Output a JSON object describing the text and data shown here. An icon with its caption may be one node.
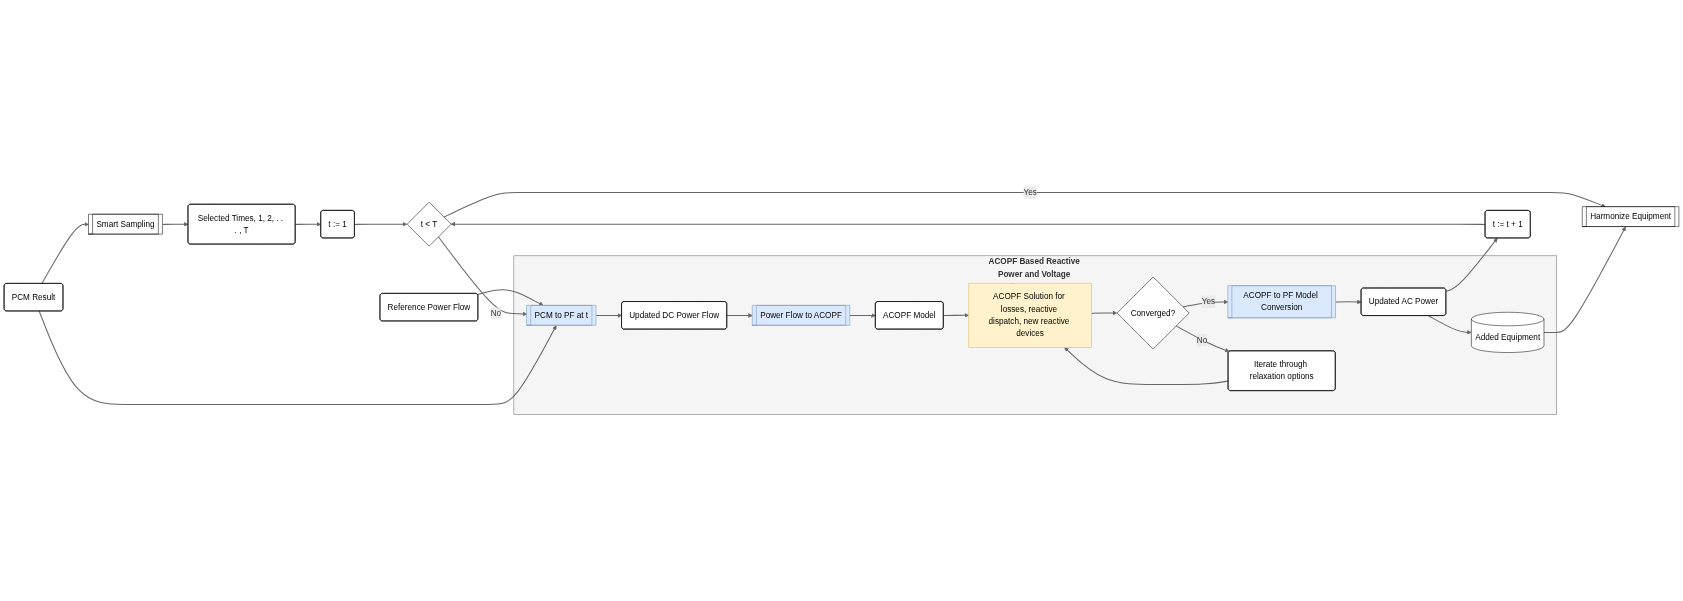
{
  "diagram": {
    "nodes": [
      {
        "text": [
          "Selected Times, 1, 2, . . . , T"
        ]
      },
      {
        "text": [
          "t := 1"
        ]
      },
      {
        "text": [
          "Reference Power Flow"
        ]
      },
      {
        "text": [
          "Smart Sampling"
        ]
      },
      {
        "text": [
          "t < T"
        ]
      },
      {
        "text": [
          "ACOPF Based Reactive Power and Voltage Convergence"
        ]
      },
      {
        "text": [
          "PCM to PF at t"
        ],
        "in": 5
      },
      {
        "text": [
          "Updated DC Power Flow"
        ],
        "in": 5
      },
      {
        "text": [
          "Power Flow to ACOPF"
        ],
        "in": 5
      },
      {
        "text": [
          "ACOPF Model"
        ],
        "in": 5
      },
      {
        "text": [
          "PCM Result"
        ]
      },
      {
        "text": [
          "ACOPF Solution for losses, reactive dispatch, new reactive devices"
        ],
        "in": 5
      },
      {
        "text": [
          "t := t + 1"
        ]
      },
      {
        "text": [
          "Updated AC Power"
        ],
        "in": 5
      },
      {
        "text": [
          "ACOPF to PF Model Conversion"
        ],
        "in": 5
      },
      {
        "text": [
          "Converged?"
        ],
        "in": 5
      },
      {
        "text": [
          "Harmonize Equipment"
        ]
      },
      {
        "text": [
          "Added Equipment"
        ],
        "in": 5
      },
      {
        "text": [
          "Iterate through relaxation options"
        ],
        "in": 5
      }
    ],
    "edges": [
      {
        "from": 0,
        "to": 1,
        "arrow": "to"
      },
      {
        "from": 1,
        "to": 4,
        "arrow": "to"
      },
      {
        "from": 2,
        "to": 6,
        "arrow": "to"
      },
      {
        "from": 10,
        "to": 3,
        "arrow": "to"
      },
      {
        "from": 3,
        "to": 0,
        "arrow": "to"
      },
      {
        "from": 4,
        "to": 6,
        "arrow": "to",
        "label": "No"
      },
      {
        "from": 4,
        "to": 16,
        "arrow": "to",
        "label": "Yes"
      },
      {
        "from": 10,
        "to": 6,
        "arrow": "to"
      },
      {
        "from": 6,
        "to": 7,
        "arrow": "to"
      },
      {
        "from": 7,
        "to": 8,
        "arrow": "to"
      },
      {
        "from": 8,
        "to": 9,
        "arrow": "to"
      },
      {
        "from": 9,
        "to": 11,
        "arrow": "to"
      },
      {
        "from": 11,
        "to": 15,
        "arrow": "to"
      },
      {
        "from": 15,
        "to": 14,
        "arrow": "to",
        "label": "Yes"
      },
      {
        "from": 14,
        "to": 13,
        "arrow": "to"
      },
      {
        "from": 13,
        "to": 12,
        "arrow": "to"
      },
      {
        "from": 12,
        "to": 4,
        "arrow": "to"
      },
      {
        "from": 13,
        "to": 17,
        "arrow": "to"
      },
      {
        "from": 17,
        "to": 16,
        "arrow": "to"
      },
      {
        "from": 15,
        "to": 18,
        "arrow": "to",
        "label": "No"
      },
      {
        "from": 18,
        "to": 11,
        "arrow": "to"
      }
    ]
  }
}
